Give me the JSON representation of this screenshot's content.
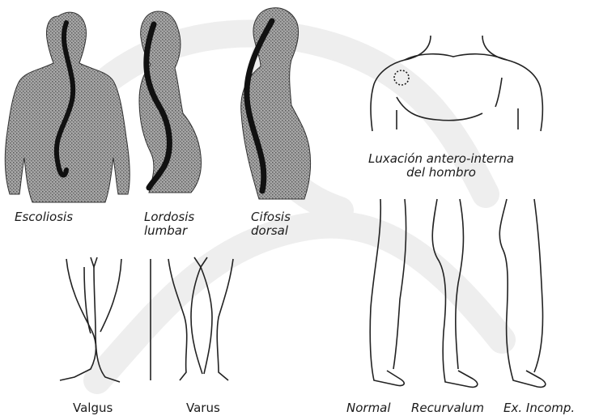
{
  "figure": {
    "spine": {
      "escoliosis": "Escoliosis",
      "lordosis": [
        "Lordosis",
        "lumbar"
      ],
      "cifosis": [
        "Cifosis",
        "dorsal"
      ]
    },
    "knees": {
      "valgus": "Valgus",
      "varus": "Varus"
    },
    "shoulder": [
      "Luxación antero-interna",
      "del hombro"
    ],
    "legs": {
      "normal": "Normal",
      "recurvalum": "Recurvalum",
      "ex_incomp": "Ex. Incomp."
    }
  },
  "colors": {
    "ink": "#1a1a1a",
    "stipple": "#8a8a8a",
    "watermark": "#ededed",
    "background": "#ffffff"
  }
}
